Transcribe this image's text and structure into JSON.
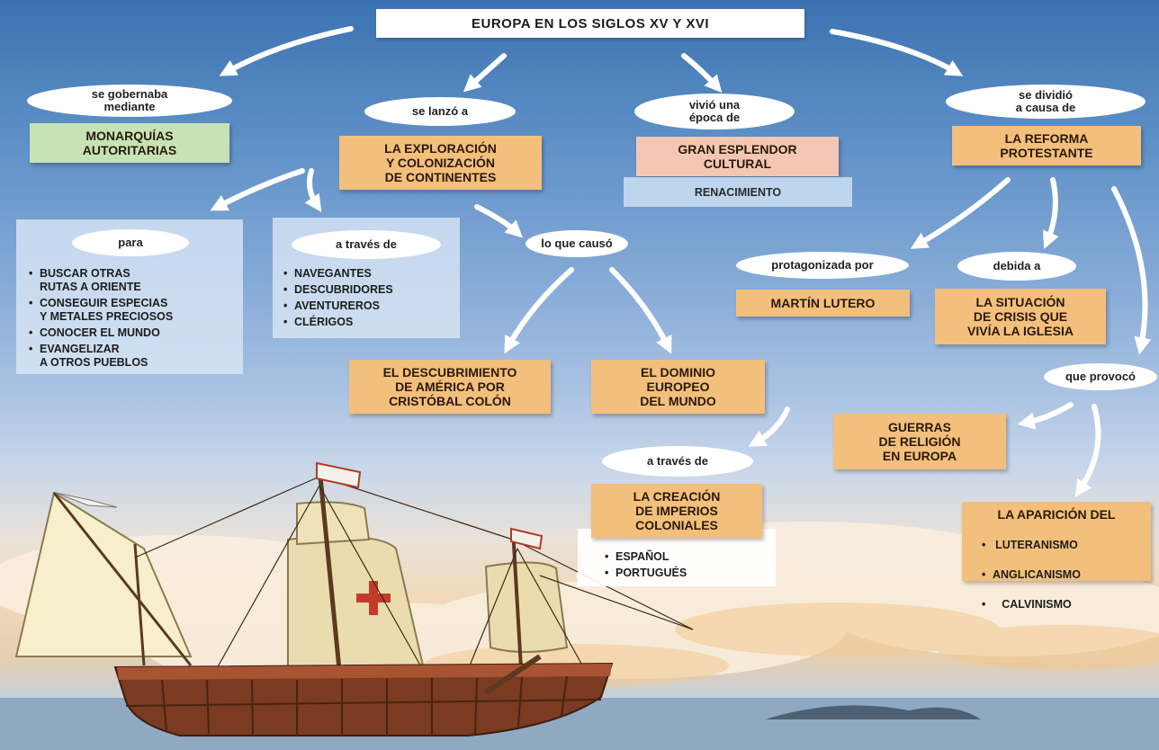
{
  "title": "EUROPA EN LOS SIGLOS XV Y XVI",
  "connectors": {
    "gobernaba": "se gobernaba\nmediante",
    "lanzo": "se lanzó a",
    "vivio": "vivió una\népoca de",
    "dividio": "se dividió\na causa de",
    "para": "para",
    "a_traves_1": "a través de",
    "causo": "lo que causó",
    "a_traves_2": "a través de",
    "protagonizada": "protagonizada por",
    "debida": "debida a",
    "provoco": "que provocó"
  },
  "nodes": {
    "monarquias": "MONARQUÍAS\nAUTORITARIAS",
    "exploracion": "LA EXPLORACIÓN\nY COLONIZACIÓN\nDE CONTINENTES",
    "esplendor": "GRAN ESPLENDOR\nCULTURAL",
    "renacimiento": "RENACIMIENTO",
    "reforma": "LA REFORMA\nPROTESTANTE",
    "descubrimiento": "EL DESCUBRIMIENTO\nDE AMÉRICA POR\nCRISTÓBAL COLÓN",
    "dominio": "EL DOMINIO\nEUROPEO\nDEL MUNDO",
    "imperios": "LA CREACIÓN\nDE IMPERIOS\nCOLONIALES",
    "lutero": "MARTÍN LUTERO",
    "crisis": "LA SITUACIÓN\nDE CRISIS QUE\nVIVÍA LA IGLESIA",
    "guerras": "GUERRAS\nDE RELIGIÓN\nEN EUROPA",
    "aparicion": "LA APARICIÓN DEL"
  },
  "lists": {
    "para": [
      "BUSCAR OTRAS\nRUTAS A ORIENTE",
      "CONSEGUIR ESPECIAS\nY METALES PRECIOSOS",
      "CONOCER EL MUNDO",
      "EVANGELIZAR\nA OTROS PUEBLOS"
    ],
    "a_traves": [
      "NAVEGANTES",
      "DESCUBRIDORES",
      "AVENTUREROS",
      "CLÉRIGOS"
    ],
    "imperios": [
      "ESPAÑOL",
      "PORTUGUÉS"
    ],
    "aparicion": [
      "LUTERANISMO",
      "ANGLICANISMO",
      "CALVINISMO"
    ]
  },
  "colors": {
    "box_orange": "#f3bf7c",
    "box_green": "#c7e3b6",
    "box_pink": "#f4c6b4",
    "connector_bg": "#ffffff",
    "sky_top": "#3b72b0"
  }
}
